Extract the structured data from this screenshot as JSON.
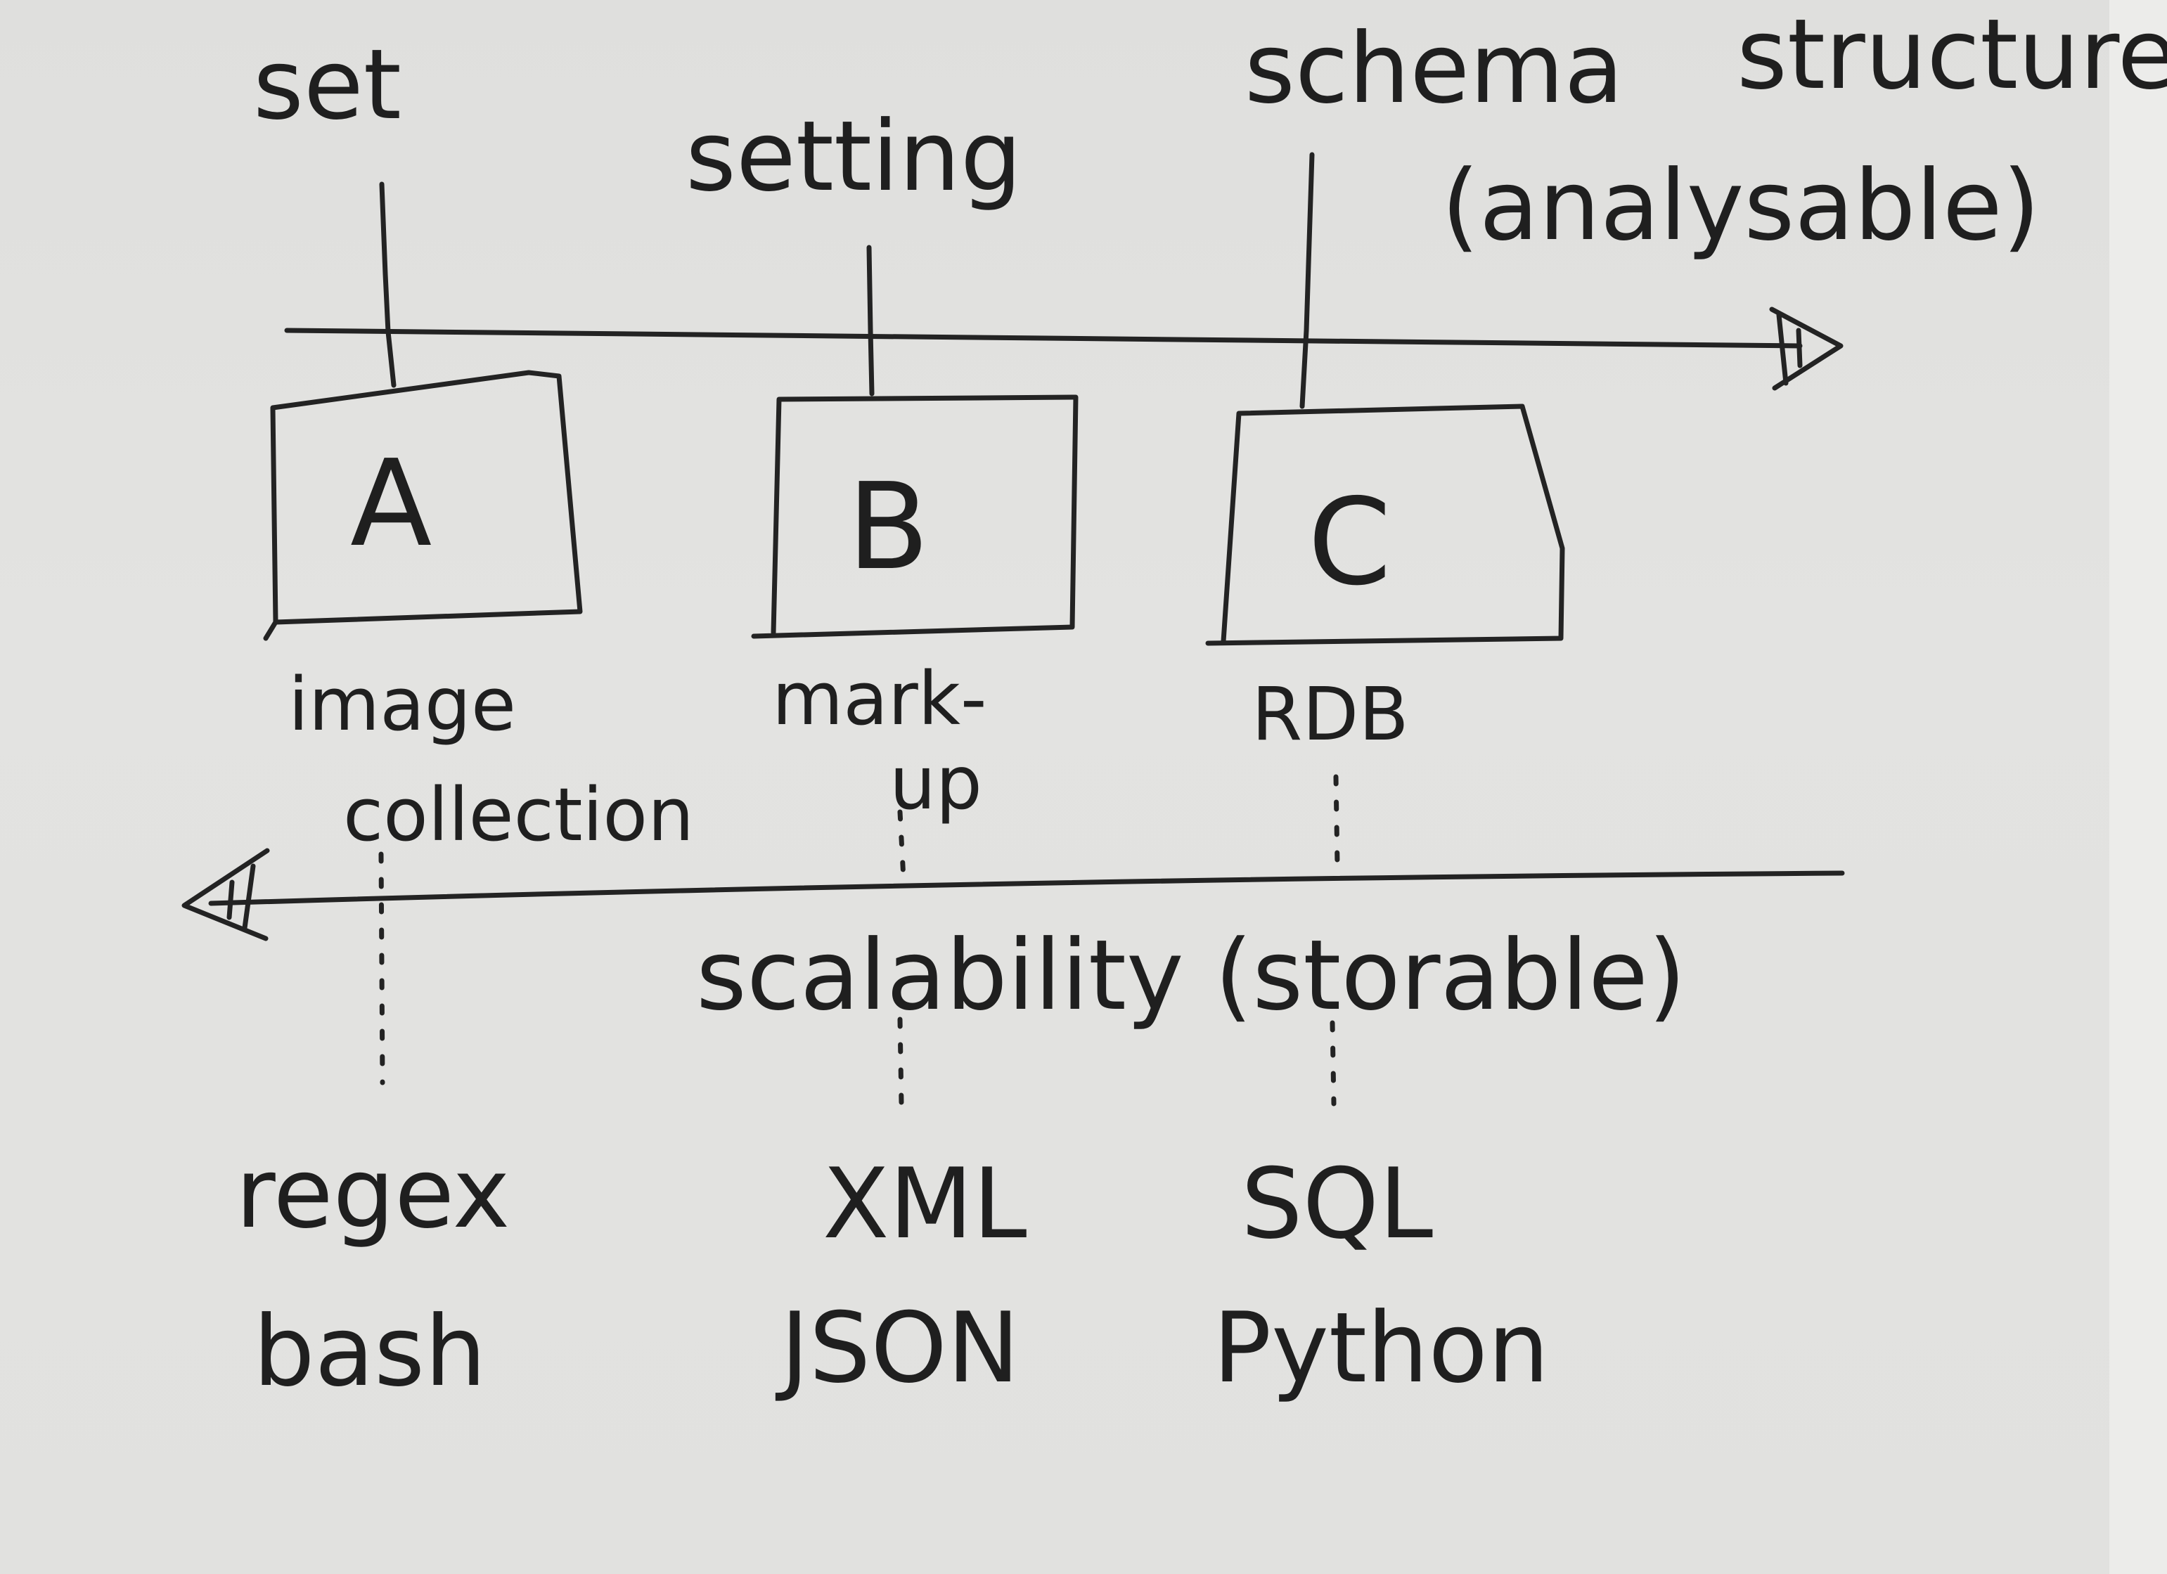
{
  "top_axis": {
    "labels": {
      "set": "set",
      "setting": "setting",
      "schema": "schema",
      "structure": "structure",
      "analysable": "(analysable)"
    }
  },
  "boxes": [
    {
      "letter": "A",
      "caption_line1": "image",
      "caption_line2": "collection"
    },
    {
      "letter": "B",
      "caption_line1": "mark-",
      "caption_line2": "up"
    },
    {
      "letter": "C",
      "caption_line1": "RDB",
      "caption_line2": ""
    }
  ],
  "bottom_axis": {
    "label": "scalability (storable)"
  },
  "tools": [
    {
      "line1": "regex",
      "line2": "bash"
    },
    {
      "line1": "XML",
      "line2": "JSON"
    },
    {
      "line1": "SQL",
      "line2": "Python"
    }
  ]
}
